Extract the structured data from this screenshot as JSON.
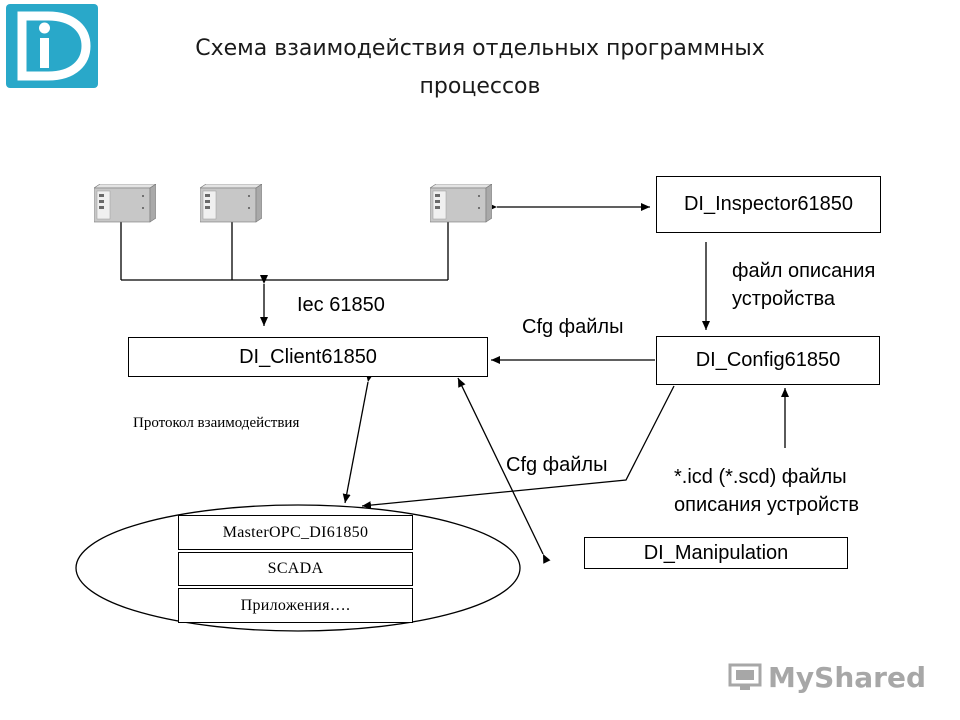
{
  "title_line1": "Схема взаимодействия отдельных программных",
  "title_line2": "процессов",
  "logo_letters": "Di",
  "nodes": {
    "inspector": "DI_Inspector61850",
    "client": "DI_Client61850",
    "config": "DI_Config61850",
    "manipulation": "DI_Manipulation"
  },
  "labels": {
    "iec": "Iec 61850",
    "device_file_line1": "файл описания",
    "device_file_line2": "устройства",
    "cfg_files_top": "Cfg файлы",
    "cfg_files_bottom": "Cfg файлы",
    "protocol": "Протокол взаимодействия",
    "icd_line1": "*.icd (*.scd) файлы",
    "icd_line2": "описания устройств"
  },
  "stack": [
    "MasterOPC_DI61850",
    "SCADA",
    "Приложения…."
  ],
  "watermark": "MyShared",
  "colors": {
    "logo_bg": "#29a8c9",
    "line": "#000000",
    "device_body": "#c7c7c7"
  }
}
